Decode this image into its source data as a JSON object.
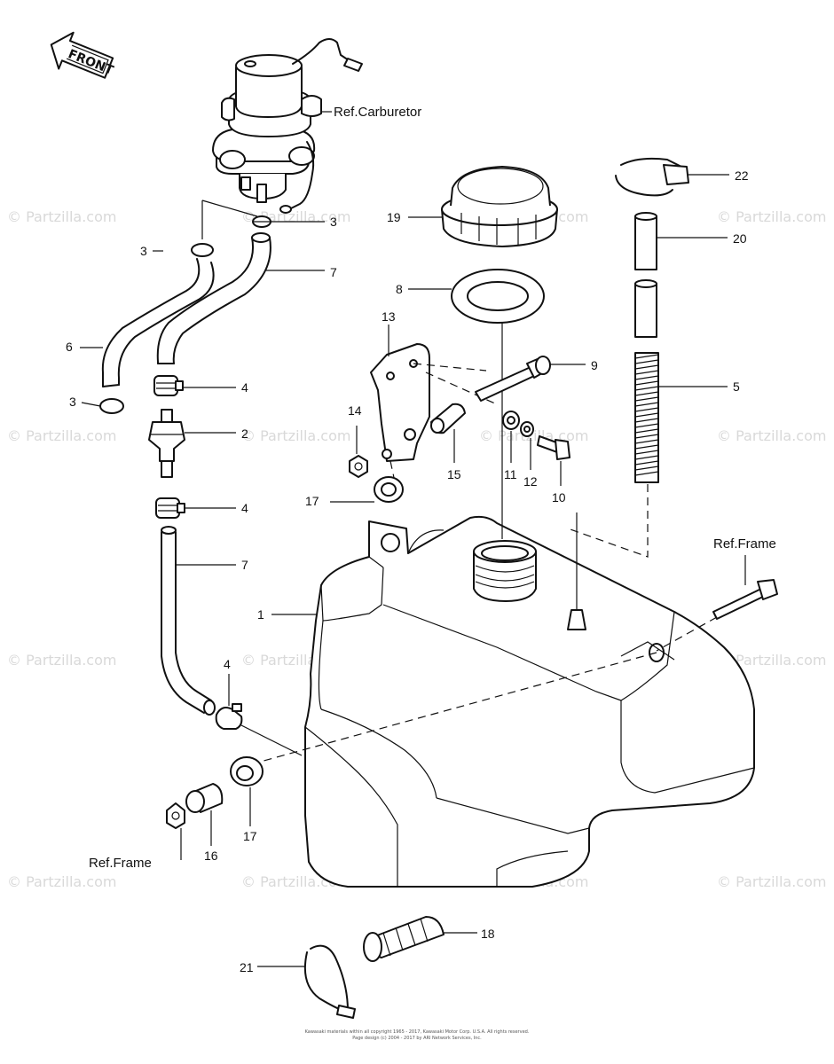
{
  "watermark": "© Partzilla.com",
  "front_arrow": "FRONT",
  "refs": {
    "carburetor": "Ref.Carburetor",
    "frame_right": "Ref.Frame",
    "frame_left": "Ref.Frame"
  },
  "callouts": {
    "n1": "1",
    "n2": "2",
    "n3a": "3",
    "n3b": "3",
    "n3c": "3",
    "n4a": "4",
    "n4b": "4",
    "n4c": "4",
    "n5": "5",
    "n6": "6",
    "n7a": "7",
    "n7b": "7",
    "n8": "8",
    "n9": "9",
    "n10": "10",
    "n11": "11",
    "n12": "12",
    "n13": "13",
    "n14": "14",
    "n15": "15",
    "n16": "16",
    "n17a": "17",
    "n17b": "17",
    "n18": "18",
    "n19": "19",
    "n20": "20",
    "n21": "21",
    "n22": "22"
  },
  "footer": {
    "line1": "Kawasaki materials within all copyright 1965 - 2017, Kawasaki Motor Corp. U.S.A. All rights reserved.",
    "line2": "Page design (c) 2004 - 2017 by ARI Network Services, Inc."
  }
}
